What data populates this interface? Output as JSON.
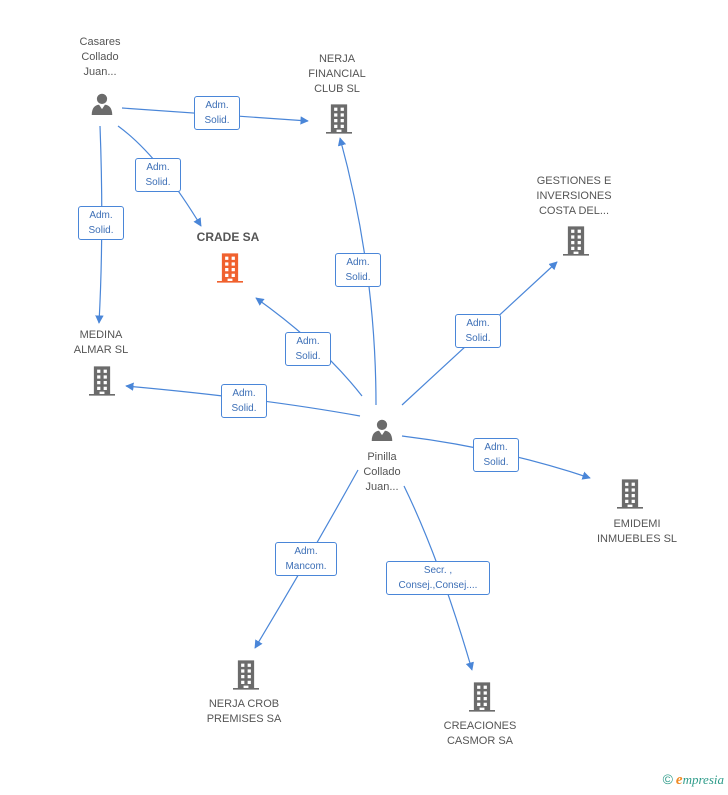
{
  "colors": {
    "edge": "#4a86d8",
    "company": "#6b6b6b",
    "focus": "#f0612e",
    "person": "#6b6b6b"
  },
  "nodes": [
    {
      "id": "casares",
      "type": "person",
      "label": [
        "Casares",
        "Collado",
        "Juan..."
      ]
    },
    {
      "id": "nerja_fin",
      "type": "company",
      "label": [
        "NERJA",
        "FINANCIAL",
        "CLUB SL"
      ]
    },
    {
      "id": "gestiones",
      "type": "company",
      "label": [
        "GESTIONES E",
        "INVERSIONES",
        "COSTA DEL..."
      ]
    },
    {
      "id": "crade",
      "type": "focus",
      "label": [
        "CRADE SA"
      ]
    },
    {
      "id": "medina",
      "type": "company",
      "label": [
        "MEDINA",
        "ALMAR SL"
      ]
    },
    {
      "id": "pinilla",
      "type": "person",
      "label": [
        "Pinilla",
        "Collado",
        "Juan..."
      ]
    },
    {
      "id": "emidemi",
      "type": "company",
      "label": [
        "EMIDEMI",
        "INMUEBLES SL"
      ]
    },
    {
      "id": "nerja_crob",
      "type": "company",
      "label": [
        "NERJA CROB",
        "PREMISES SA"
      ]
    },
    {
      "id": "creaciones",
      "type": "company",
      "label": [
        "CREACIONES",
        "CASMOR SA"
      ]
    }
  ],
  "edges": [
    {
      "from": "casares",
      "to": "nerja_fin",
      "label": [
        "Adm.",
        "Solid."
      ]
    },
    {
      "from": "casares",
      "to": "crade",
      "label": [
        "Adm.",
        "Solid."
      ]
    },
    {
      "from": "casares",
      "to": "medina",
      "label": [
        "Adm.",
        "Solid."
      ]
    },
    {
      "from": "pinilla",
      "to": "nerja_fin",
      "label": [
        "Adm.",
        "Solid."
      ]
    },
    {
      "from": "pinilla",
      "to": "gestiones",
      "label": [
        "Adm.",
        "Solid."
      ]
    },
    {
      "from": "pinilla",
      "to": "crade",
      "label": [
        "Adm.",
        "Solid."
      ]
    },
    {
      "from": "pinilla",
      "to": "medina",
      "label": [
        "Adm.",
        "Solid."
      ]
    },
    {
      "from": "pinilla",
      "to": "emidemi",
      "label": [
        "Adm.",
        "Solid."
      ]
    },
    {
      "from": "pinilla",
      "to": "nerja_crob",
      "label": [
        "Adm.",
        "Mancom."
      ]
    },
    {
      "from": "pinilla",
      "to": "creaciones",
      "label": [
        "Secr. ,",
        "Consej.,Consej...."
      ]
    }
  ],
  "footer": {
    "copyright": "©",
    "brand_initial": "e",
    "brand_rest": "mpresia"
  }
}
